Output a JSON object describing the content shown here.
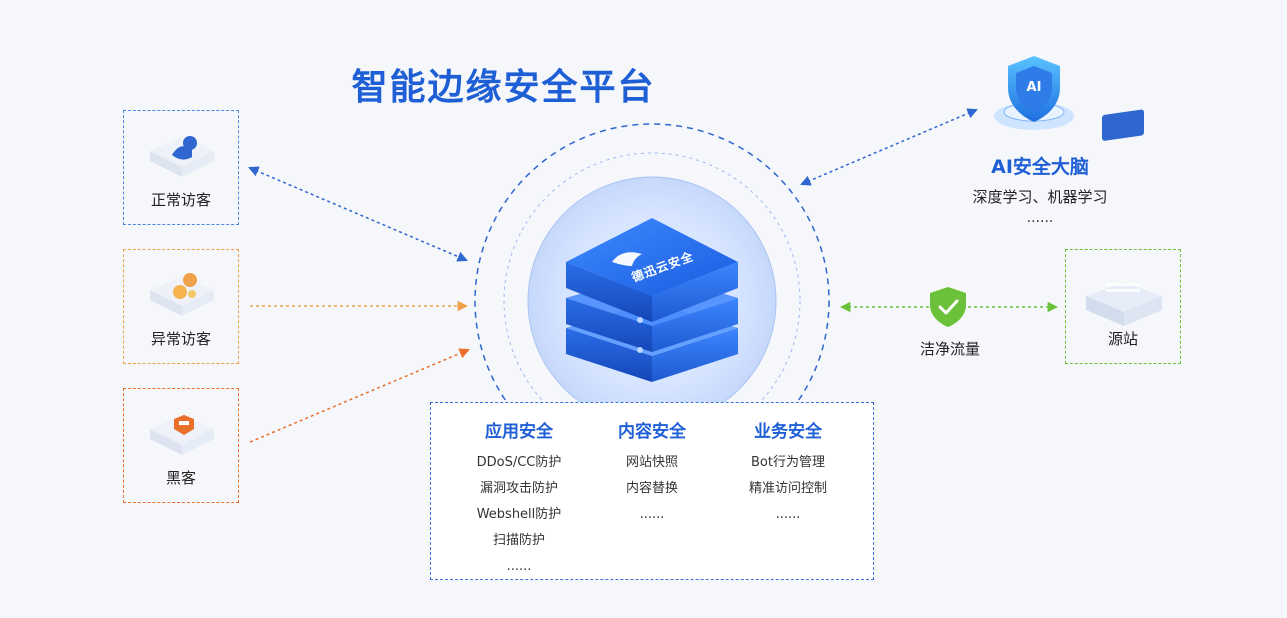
{
  "title": "智能边缘安全平台",
  "visitors": [
    {
      "label": "正常访客",
      "color": "#4a86e0"
    },
    {
      "label": "异常访客",
      "color": "#f0a24a"
    },
    {
      "label": "黑客",
      "color": "#e8702a"
    }
  ],
  "logo_text": "德迅云安全",
  "ai": {
    "title": "AI安全大脑",
    "subtitle": "深度学习、机器学习",
    "ellipsis": "......",
    "badge": "AI"
  },
  "clean_traffic": "洁净流量",
  "origin": "源站",
  "features": [
    {
      "heading": "应用安全",
      "items": [
        "DDoS/CC防护",
        "漏洞攻击防护",
        "Webshell防护",
        "扫描防护",
        "......"
      ]
    },
    {
      "heading": "内容安全",
      "items": [
        "网站快照",
        "内容替换",
        "......"
      ]
    },
    {
      "heading": "业务安全",
      "items": [
        "Bot行为管理",
        "精准访问控制",
        "......"
      ]
    }
  ],
  "colors": {
    "primary": "#1f5fd6",
    "normal": "#3a72d8",
    "abnormal": "#f0a24a",
    "hacker": "#e8702a",
    "clean": "#6bc23a"
  }
}
